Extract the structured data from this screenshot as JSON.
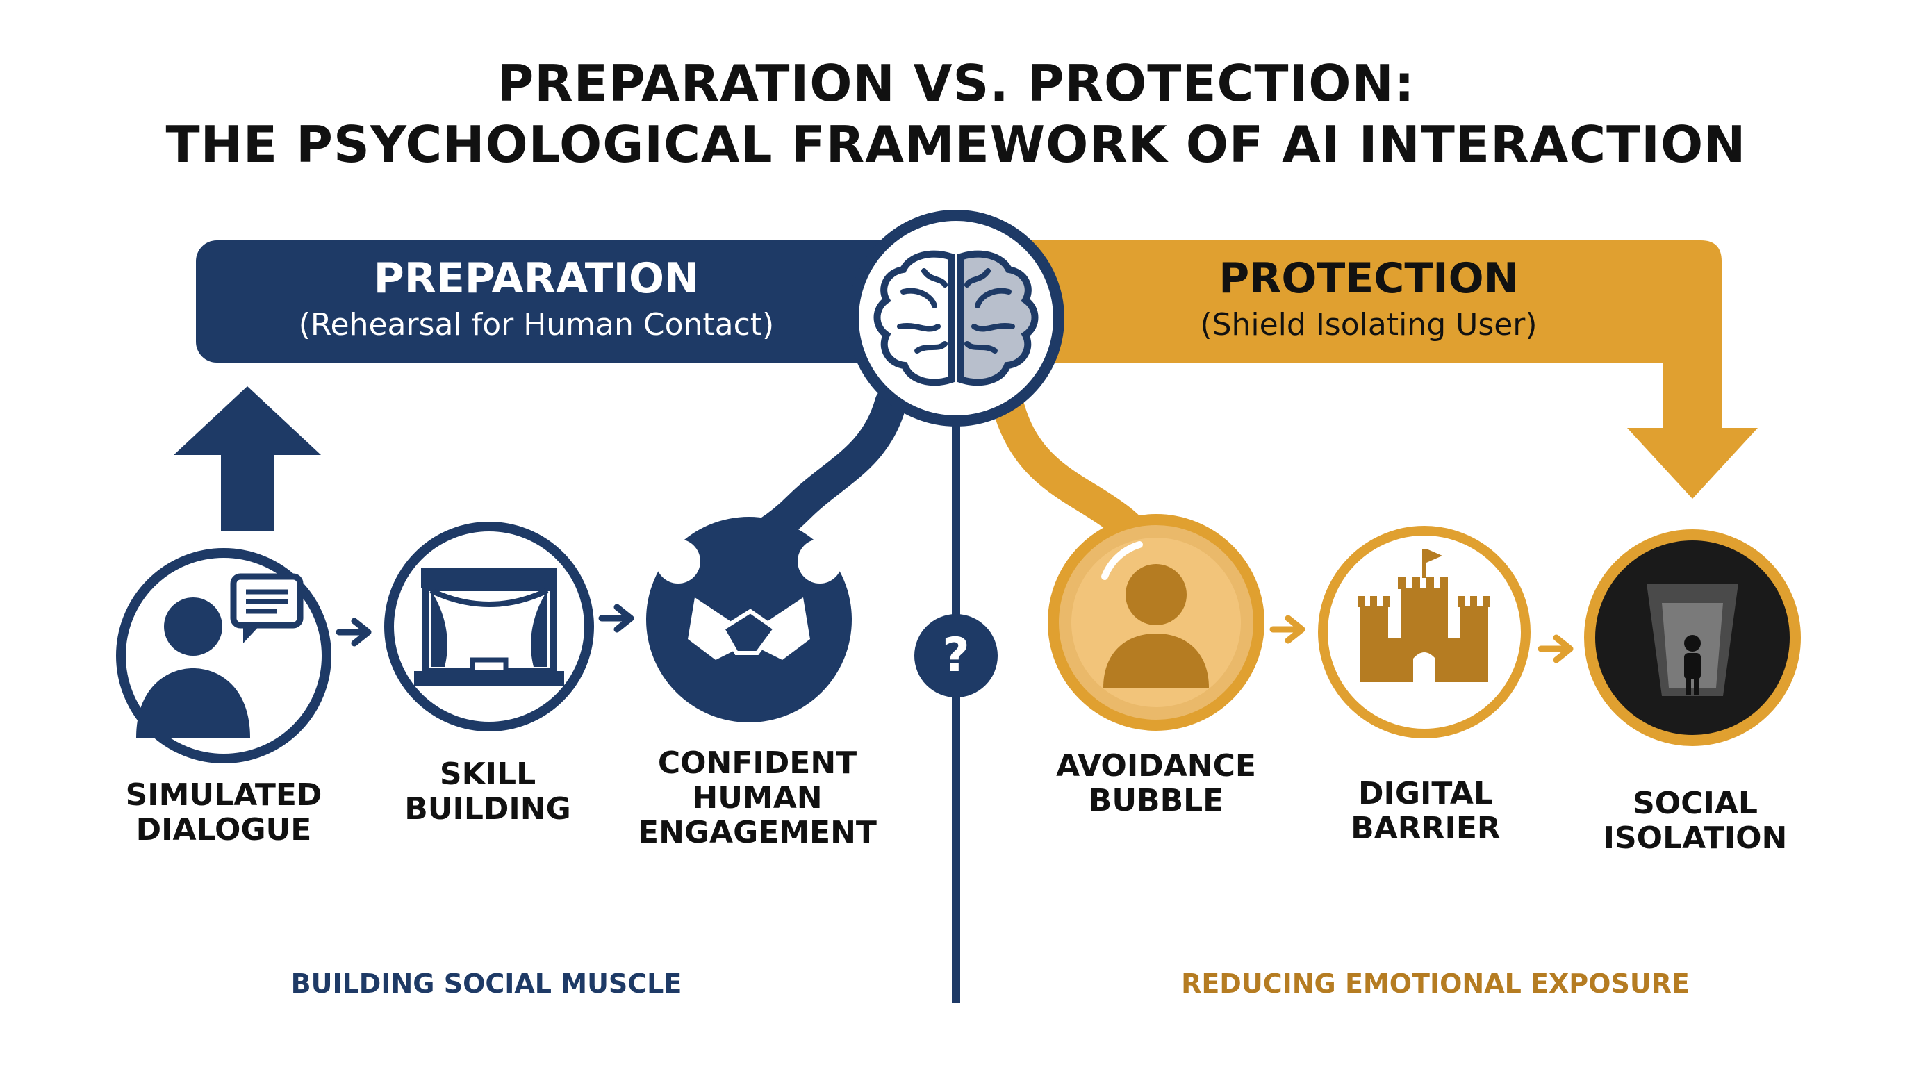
{
  "title": {
    "line1": "PREPARATION VS. PROTECTION:",
    "line2": "THE PSYCHOLOGICAL FRAMEWORK OF AI INTERACTION"
  },
  "colors": {
    "navy": "#1e3a66",
    "gold": "#e0a030",
    "gold_dark": "#b57c22",
    "text": "#111111"
  },
  "preparation": {
    "title": "PREPARATION",
    "subtitle": "(Rehearsal for Human Contact)",
    "steps": [
      {
        "lines": [
          "SIMULATED",
          "DIALOGUE"
        ],
        "icon": "person-speech-icon"
      },
      {
        "lines": [
          "SKILL",
          "BUILDING"
        ],
        "icon": "stage-icon"
      },
      {
        "lines": [
          "CONFIDENT",
          "HUMAN",
          "ENGAGEMENT"
        ],
        "icon": "handshake-icon"
      }
    ],
    "footer": "BUILDING SOCIAL MUSCLE"
  },
  "protection": {
    "title": "PROTECTION",
    "subtitle": "(Shield Isolating User)",
    "steps": [
      {
        "lines": [
          "AVOIDANCE",
          "BUBBLE"
        ],
        "icon": "person-bubble-icon"
      },
      {
        "lines": [
          "DIGITAL",
          "BARRIER"
        ],
        "icon": "castle-icon"
      },
      {
        "lines": [
          "SOCIAL",
          "ISOLATION"
        ],
        "icon": "isolated-person-icon"
      }
    ],
    "footer": "REDUCING EMOTIONAL EXPOSURE"
  },
  "center": {
    "icon": "brain-icon",
    "question": "?"
  }
}
